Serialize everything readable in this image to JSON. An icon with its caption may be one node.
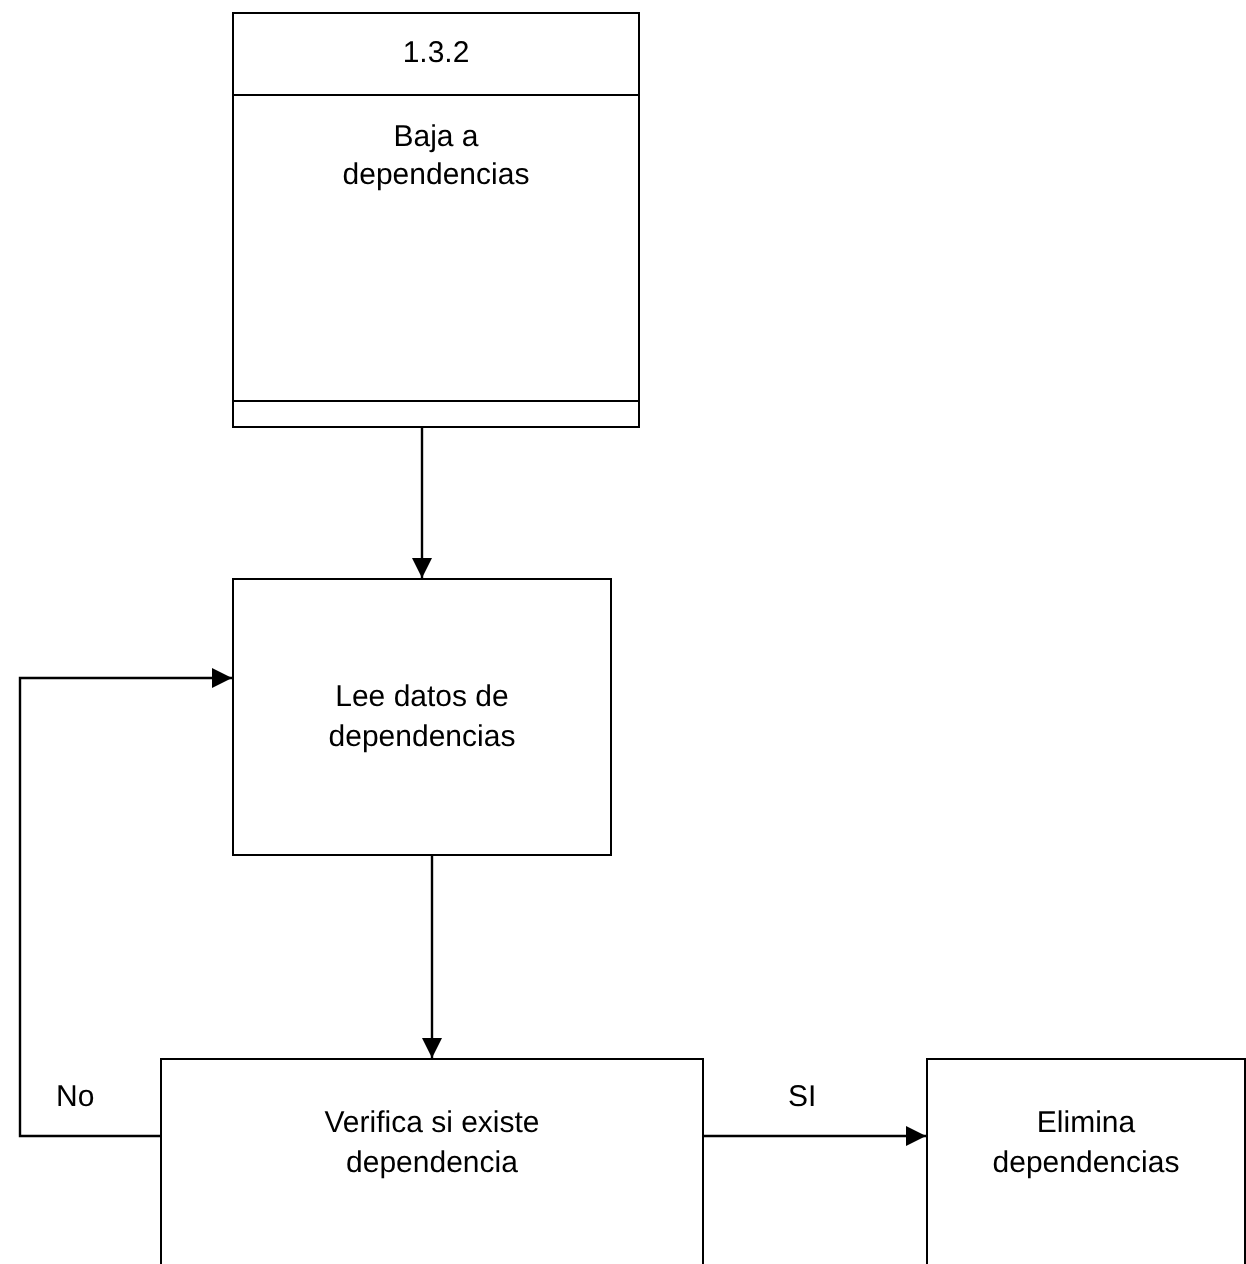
{
  "diagram": {
    "nodes": [
      {
        "text": [
          "1.3.2",
          "Baja a dependencias"
        ]
      },
      {
        "text": [
          "Lee datos de dependencias"
        ]
      },
      {
        "text": [
          "Verifica si existe dependencia"
        ]
      },
      {
        "text": [
          "Elimina dependencias"
        ]
      }
    ],
    "edges": [
      {
        "from": 0,
        "to": 1,
        "arrow": "to"
      },
      {
        "from": 1,
        "to": 2,
        "arrow": "to"
      },
      {
        "from": 2,
        "to": 1,
        "arrow": "to",
        "label": "No"
      },
      {
        "from": 2,
        "to": 3,
        "arrow": "to",
        "label": "SI"
      }
    ]
  }
}
